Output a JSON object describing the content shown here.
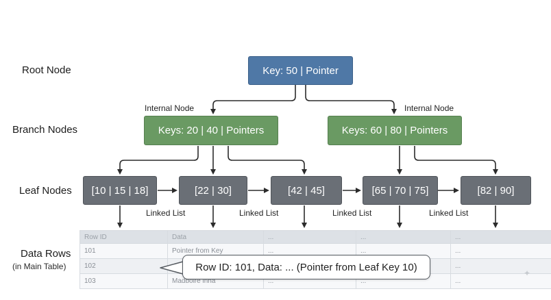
{
  "labels": {
    "root": "Root Node",
    "branch": "Branch Nodes",
    "leaf": "Leaf Nodes",
    "data": "Data Rows",
    "data_sub": "(in Main Table)"
  },
  "root": {
    "text": "Key: 50 | Pointer"
  },
  "branches": [
    {
      "text": "Keys: 20 | 40 | Pointers",
      "caption": "Internal Node"
    },
    {
      "text": "Keys: 60 | 80 | Pointers",
      "caption": "Internal Node"
    }
  ],
  "leaves": [
    {
      "text": "[10 | 15 | 18]"
    },
    {
      "text": "[22 | 30]"
    },
    {
      "text": "[42 | 45]"
    },
    {
      "text": "[65 | 70 | 75]"
    },
    {
      "text": "[82 | 90]"
    }
  ],
  "linked_list_labels": [
    "Linked List",
    "Linked List",
    "Linked List",
    "Linked List"
  ],
  "table": {
    "headers": [
      "Row ID",
      "Data",
      "...",
      "...",
      "..."
    ],
    "rows": [
      [
        "101",
        "Pointer from Key",
        "...",
        "...",
        "..."
      ],
      [
        "102",
        "",
        "...",
        "...",
        "..."
      ],
      [
        "103",
        "Madboire inha",
        "...",
        "...",
        "..."
      ]
    ]
  },
  "callout": {
    "text": "Row ID: 101, Data: ... (Pointer from Leaf Key 10)"
  },
  "colors": {
    "root": "#4f78a6",
    "branch": "#6a9a63",
    "leaf": "#6a6f76",
    "arrow": "#2b2b2b"
  },
  "icons": {
    "corner": "sparkle-icon"
  }
}
